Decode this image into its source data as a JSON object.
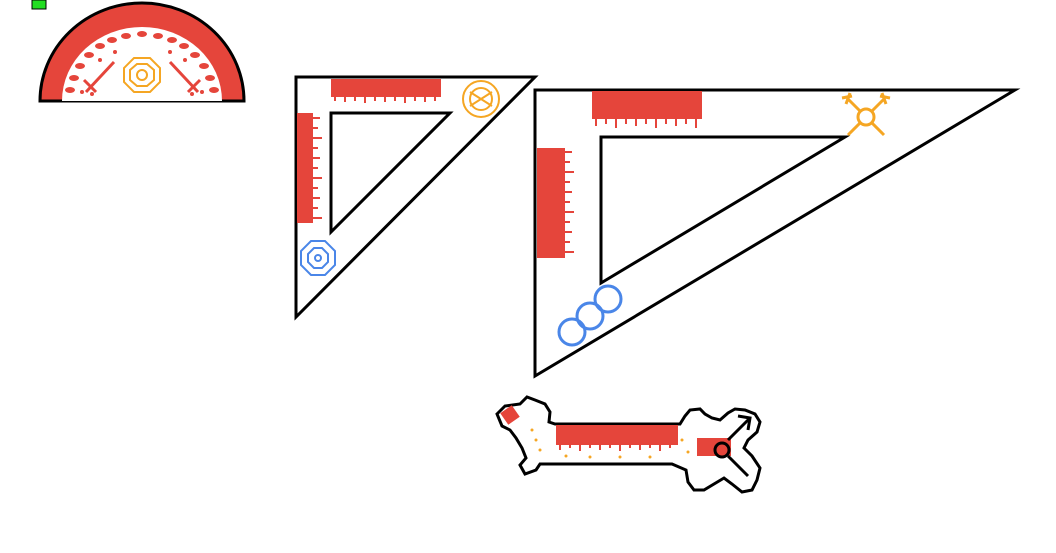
{
  "scene": {
    "background_color": "#ffffff",
    "accent_colors": {
      "ruler_red": "#e5453b",
      "emblem_gold": "#f5a623",
      "emblem_blue": "#4a86e8",
      "indicator_green": "#22dd22",
      "outline_black": "#000000"
    },
    "pieces": [
      {
        "id": "protractor",
        "shape": "half-circle",
        "fill": "red",
        "emblems": [
          "sword-icon",
          "octagon-medallion-icon",
          "sword-icon"
        ]
      },
      {
        "id": "small-set-square",
        "shape": "right-triangle",
        "emblems": [
          "gold-medallion-icon",
          "blue-octagon-icon"
        ]
      },
      {
        "id": "large-set-square",
        "shape": "right-triangle",
        "emblems": [
          "gold-cross-icon",
          "blue-triple-circle-icon"
        ]
      },
      {
        "id": "horse-ruler",
        "shape": "pixel-horse-with-arrows",
        "emblems": [
          "arrow-icon",
          "arrow-icon"
        ]
      }
    ],
    "indicator": {
      "name": "status-square",
      "color": "green"
    }
  }
}
